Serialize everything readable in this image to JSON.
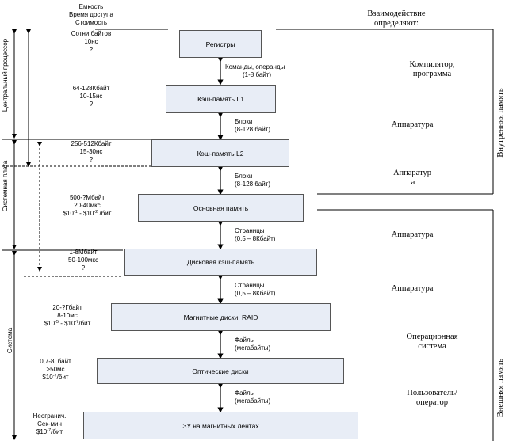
{
  "header": {
    "left_lines": [
      "Емкость",
      "Время доступа",
      "Стоимость"
    ],
    "right_title": [
      "Взаимодействие",
      "определяют:"
    ]
  },
  "levels": [
    {
      "label": "Регистры",
      "specs": [
        "Сотни байтов",
        "10нс",
        "?"
      ]
    },
    {
      "label": "Кэш-память L1",
      "specs": [
        "64-128Кбайт",
        "10-15нс",
        "?"
      ]
    },
    {
      "label": "Кэш-память L2",
      "specs": [
        "256-512Кбайт",
        "15-30нс",
        "?"
      ]
    },
    {
      "label": "Основная память",
      "specs": [
        "500-?Мбайт",
        "20-40мкс"
      ],
      "cost": {
        "base1": "$10",
        "exp1": "-1",
        "mid": " - $10",
        "exp2": "-2",
        "tail": " /бит"
      }
    },
    {
      "label": "Дисковая кэш-память",
      "specs": [
        "1-8Мбайт",
        "50-100мкс",
        "?"
      ]
    },
    {
      "label": "Магнитные диски, RAID",
      "specs": [
        "20-?Гбайт",
        "8-10мс"
      ],
      "cost": {
        "base1": "$10",
        "exp1": "-5",
        "mid": " - $10",
        "exp2": "-7",
        "tail": "/бит"
      }
    },
    {
      "label": "Оптические диски",
      "specs": [
        "0,7-8Гбайт",
        ">50мс"
      ],
      "cost": {
        "base1": "$10",
        "exp1": "-7",
        "mid": "",
        "exp2": "",
        "tail": "/бит"
      }
    },
    {
      "label": "ЗУ на магнитных лентах",
      "specs": [
        "Неогранич.",
        "Сек-мин"
      ],
      "cost": {
        "base1": "$10",
        "exp1": "-7",
        "mid": "",
        "exp2": "",
        "tail": "/бит"
      }
    }
  ],
  "transfers": [
    [
      "Команды, операнды",
      "(1-8 байт)"
    ],
    [
      "Блоки",
      "(8-128 байт)"
    ],
    [
      "Блоки",
      "(8-128 байт)"
    ],
    [
      "Страницы",
      "(0,5 – 8Кбайт)"
    ],
    [
      "Страницы",
      "(0,5 – 8Кбайт)"
    ],
    [
      "Файлы",
      "(мегабайты)"
    ],
    [
      "Файлы",
      "(мегабайты)"
    ]
  ],
  "agents": [
    [
      "Компилятор,",
      "программа"
    ],
    [
      "Аппаратура"
    ],
    [
      "Аппаратур",
      "а"
    ],
    [
      "Аппаратура"
    ],
    [
      "Аппаратура"
    ],
    [
      "Операционная",
      "система"
    ],
    [
      "Пользователь/",
      "оператор"
    ]
  ],
  "groups": {
    "cpu": "Центральный процессор",
    "board": "Системная плата",
    "system": "Система",
    "internal": "Внутренняя память",
    "external": "Внешняя память"
  }
}
